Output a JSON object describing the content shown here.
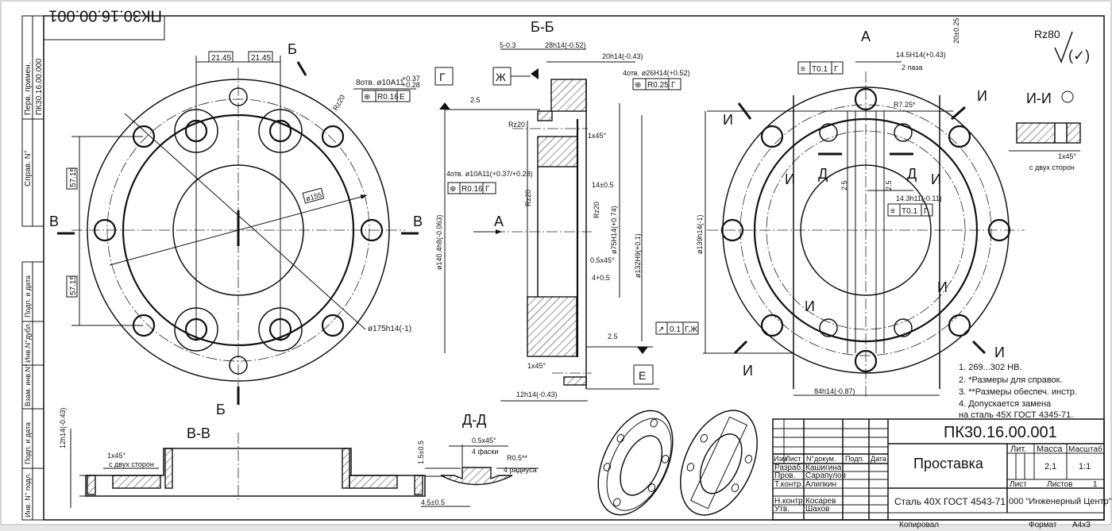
{
  "document": {
    "designation": "ПК30.16.00.001",
    "designation_rotated": "ПК30.16.00.001",
    "part_name": "Проставка",
    "material": "Сталь 40Х ГОСТ 4543-71",
    "organization": "000 \"Инженерный Центр\"",
    "mass": "2,1",
    "scale": "1:1",
    "sheets_total": "1",
    "format": "А4x3",
    "copied_label": "Копировал",
    "format_label": "Формат",
    "roughness_general": "Rz80"
  },
  "side_strip": {
    "perv_primen_label": "Перв. примен.",
    "perv_primen_value": "ПК30.16.00.000",
    "sprav_label": "Справ. N°",
    "fields": [
      "Подп. и дата",
      "Инв.N°дубл.",
      "Взам. инв.N°",
      "Подп. и дата",
      "Инв. N° подл."
    ]
  },
  "title_block": {
    "col_headers": [
      "Изм",
      "Лист",
      "N°докум.",
      "Подп.",
      "Дата"
    ],
    "rows": [
      {
        "role": "Разраб.",
        "name": "Кашигина"
      },
      {
        "role": "Пров.",
        "name": "Сарапулов"
      },
      {
        "role": "Т.контр.",
        "name": "Алипкин"
      },
      {
        "role": "Н.контр.",
        "name": "Косарев"
      },
      {
        "role": "Утв.",
        "name": "Шахов"
      }
    ],
    "lit_label": "Лит.",
    "mass_label": "Масса",
    "scale_label": "Масштаб",
    "sheet_label": "Лист",
    "sheets_label": "Листов"
  },
  "notes": [
    "1. 269...302 HB.",
    "2. *Размеры для справок.",
    "3. **Размеры обеспеч. инстр.",
    "4. Допускается замена",
    "на сталь 45Х ГОСТ 4345-71."
  ],
  "views": {
    "main": {
      "section_mark_b": "Б",
      "section_mark_v": "В",
      "dim_21_45_a": "21.45",
      "dim_21_45_b": "21.45",
      "dim_57_15_a": "57.15",
      "dim_57_15_b": "57.15",
      "dim_d155": "ø155",
      "dim_d175": "ø175h14(-1)",
      "holes_callout": "8отв. ø10A11(+0.37/+0.28)",
      "holes_callout_main": "8отв. ø10A11",
      "tol_upper": "+0.37",
      "tol_lower": "+0.28",
      "position_tol": "R0.16",
      "position_datum": "Е",
      "roughness": "Rz20"
    },
    "section_bb": {
      "title": "Б-Б",
      "datum_g": "Г",
      "datum_zh": "Ж",
      "datum_e": "Е",
      "dim_5": "5-0.3",
      "dim_28": "28h14(-0.52)",
      "dim_20": "20h14(-0.43)",
      "holes_26": "4отв. ø26H14(+0.52)",
      "pos_026": "R0.25",
      "pos_026_datum": "Г",
      "holes_10": "4отв. ø10A11(+0.37/+0.28)",
      "pos_016": "R0.16",
      "pos_016_datum": "Г",
      "rough_25": "2.5",
      "rough_rz20": "Rz20",
      "chamfer_1x45": "1x45°",
      "dim_14": "14±0.5",
      "dim_d75": "ø75H14(+0.74)",
      "dim_d132": "ø132H9(+0.1)",
      "dim_d140": "ø140.4h8(-0.063)",
      "chamfer_05": "0.5x45°",
      "dim_4": "4+0.5",
      "runout_tol": "0.1",
      "runout_datum": "Г,Ж",
      "dim_12": "12h14(-0.43)",
      "view_arrow": "А"
    },
    "view_a": {
      "title": "А",
      "slot_dim": "14.5H14(+0.43)",
      "slot_count": "2 паза",
      "dim_20": "20±0.25",
      "sym_tol": "T0.1",
      "sym_datum": "Г",
      "radius": "R7.25*",
      "dim_d139": "ø139h14(-1)",
      "dim_14_3": "14.3h11(-0.11)",
      "sym_tol_2": "T0.1",
      "sym_datum_2": "Г",
      "dim_84": "84h14(-0.87)",
      "section_i": "И",
      "section_d": "Д",
      "rough_25": "2.5"
    },
    "section_ii": {
      "title": "И-И",
      "chamfer": "1x45°",
      "note": "с двух сторон"
    },
    "section_vv": {
      "title": "В-В",
      "dim_12": "12h14(-0.43)",
      "chamfer": "1x45°",
      "note": "с двух сторон"
    },
    "section_dd": {
      "title": "Д-Д",
      "dim_15": "1.5±0.5",
      "dim_45": "4.5±0.5",
      "chamfer": "0.5x45°",
      "chamfer_count": "4 фаски",
      "radius": "R0.5**",
      "radius_count": "4 радиуса"
    }
  }
}
